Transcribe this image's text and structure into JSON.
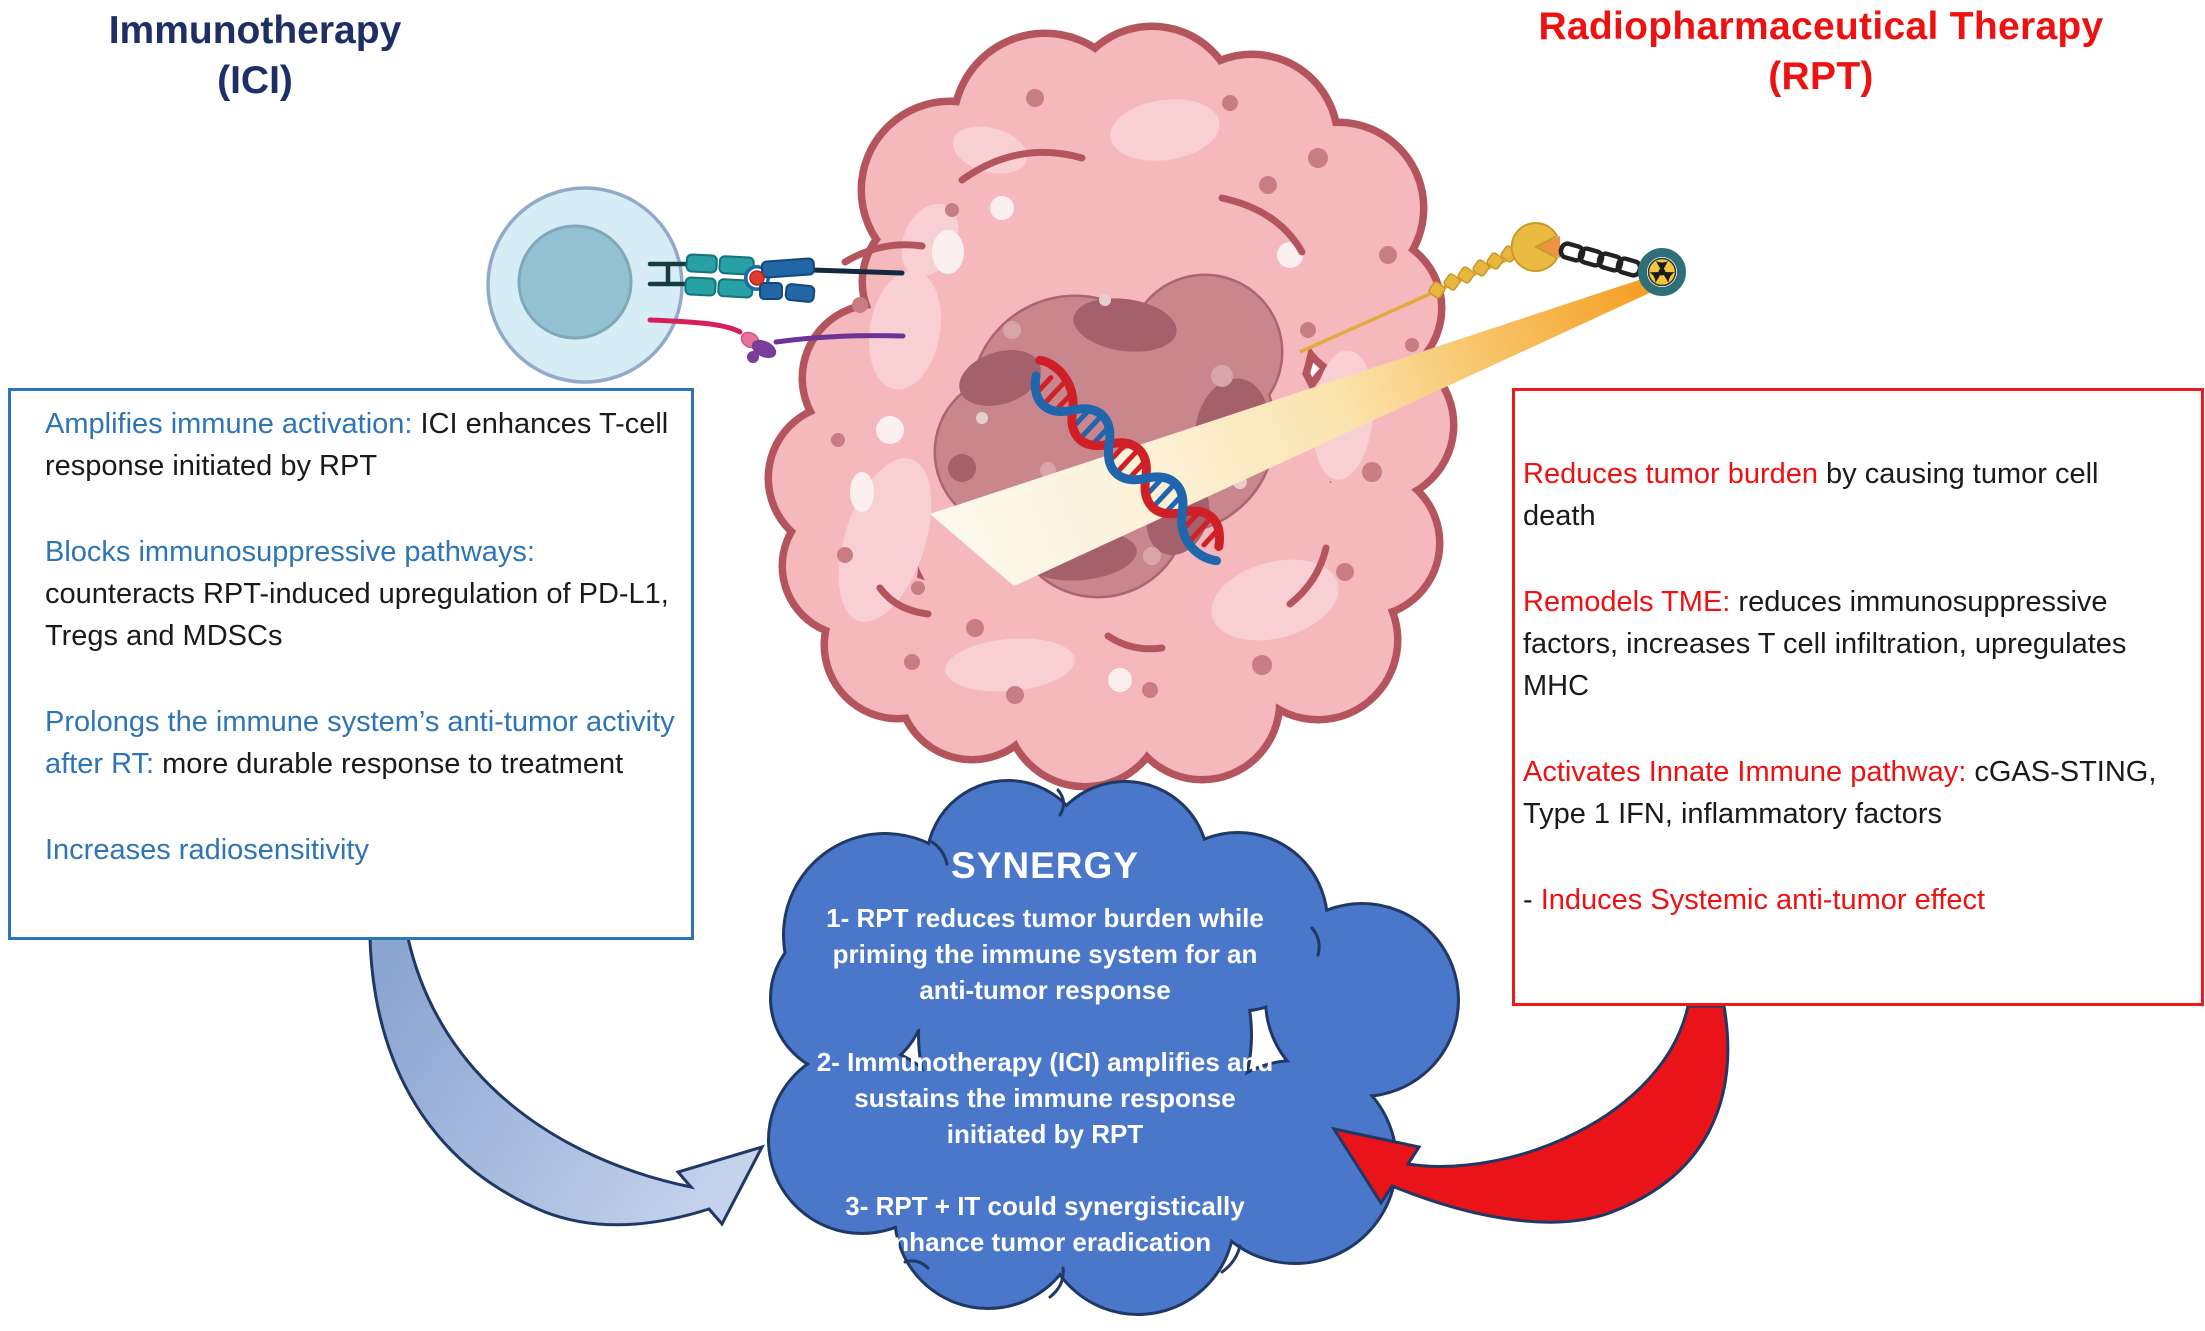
{
  "figure": {
    "left_title": {
      "line1": "Immunotherapy",
      "line2": "(ICI)"
    },
    "right_title": {
      "line1": "Radiopharmaceutical Therapy",
      "line2": "(RPT)"
    },
    "left_box": {
      "items": [
        {
          "lead": "Amplifies immune activation:",
          "rest": " ICI enhances T-cell response initiated by RPT"
        },
        {
          "lead": "Blocks immunosuppressive pathways:",
          "rest": " counteracts RPT-induced upregulation of PD-L1, Tregs and MDSCs"
        },
        {
          "lead": "Prolongs the immune system’s anti-tumor activity after RT:",
          "rest": " more durable response to treatment"
        },
        {
          "lead": "Increases radiosensitivity",
          "rest": ""
        }
      ]
    },
    "right_box": {
      "items": [
        {
          "lead": "Reduces tumor burden",
          "rest": " by causing tumor cell death"
        },
        {
          "lead": "Remodels TME:",
          "rest": " reduces immunosuppressive factors, increases T cell infiltration, upregulates MHC"
        },
        {
          "lead": "Activates Innate Immune pathway:",
          "rest": " cGAS-STING, Type 1 IFN, inflammatory factors"
        },
        {
          "prefix": "- ",
          "lead": "Induces Systemic anti-tumor effect",
          "rest": ""
        }
      ]
    },
    "synergy": {
      "title": "SYNERGY",
      "points": [
        "1- RPT reduces tumor burden while priming the immune system for an anti-tumor response",
        "2- Immunotherapy (ICI) amplifies and sustains the immune response initiated by RPT",
        "3- RPT + IT could synergistically enhance tumor eradication"
      ]
    }
  },
  "colors": {
    "title_navy": "#1e2f66",
    "title_red": "#ee1111",
    "left_box_border": "#2e75b6",
    "right_box_border": "#f01818",
    "lead_blue": "#2e75b6",
    "lead_red": "#ee1111",
    "body_text": "#1a1a1a",
    "cloud_blue": "#4a77c9",
    "cloud_outline": "#1f3864",
    "tumor_fill": "#f5b9bd",
    "tumor_membrane": "#b4555e",
    "nucleus_fill": "#c9868d",
    "beam_orange": "#f59e22",
    "beam_cream": "#fdf8ec",
    "tcell_fill": "#d6edf5",
    "tcr_teal": "#27a0a6",
    "mhc_blue": "#2166a5",
    "antigen_red": "#e13a30",
    "pd1_crimson": "#d62059",
    "pdl1_purple": "#7a3d99",
    "bead_gold": "#e7b73d",
    "arrow_left_fill": "#9db3d8",
    "arrow_right_fill": "#ea1319",
    "dna_red": "#cf2027",
    "dna_blue": "#1f66ad"
  }
}
